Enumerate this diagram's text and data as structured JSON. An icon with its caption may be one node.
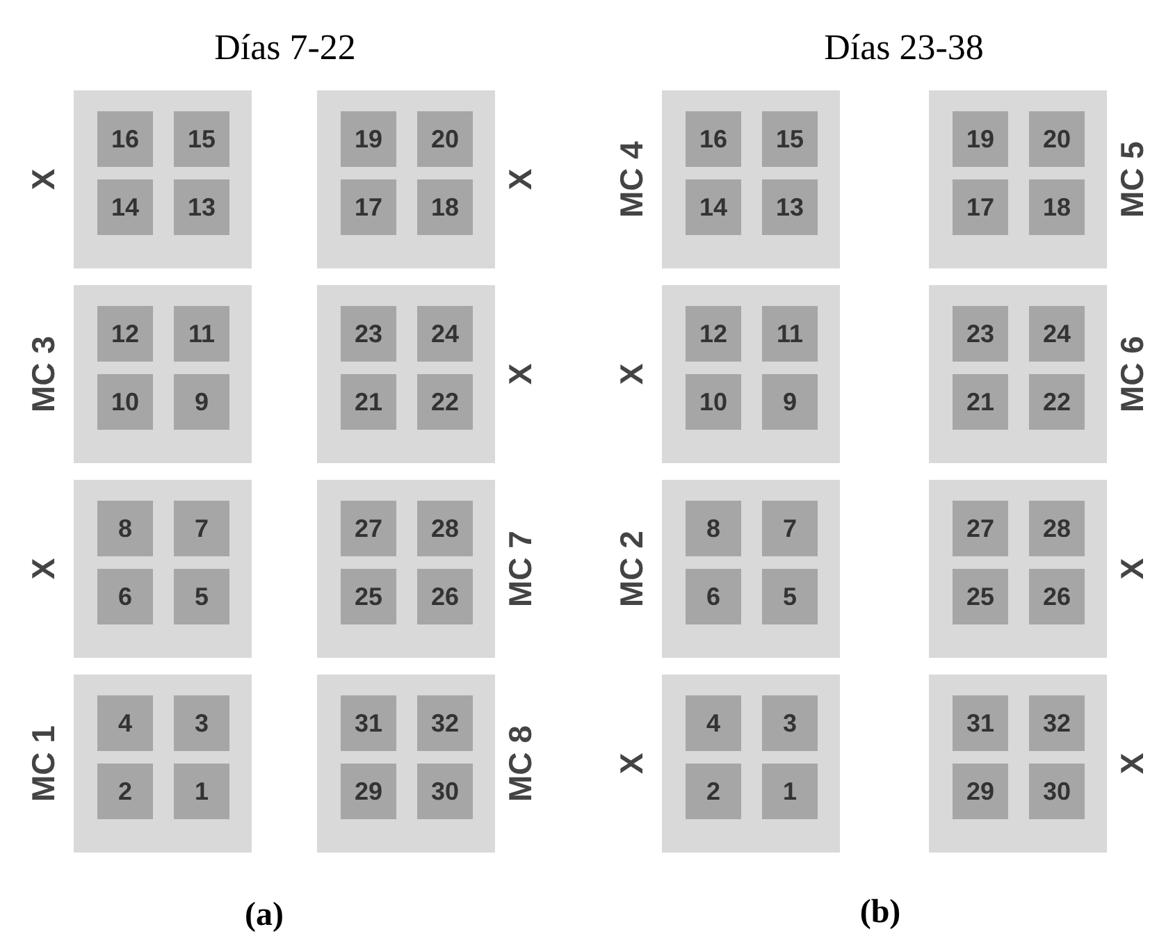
{
  "diagram": {
    "nodes": [
      {
        "text": [],
        "shape": "box",
        "beside": [
          "X"
        ]
      },
      {
        "text": [
          "16"
        ],
        "in": 0
      },
      {
        "text": [
          "15"
        ],
        "in": 0
      },
      {
        "text": [
          "14"
        ],
        "in": 0
      },
      {
        "text": [
          "13"
        ],
        "in": 0
      },
      {
        "text": [],
        "shape": "box",
        "beside": [
          "X"
        ]
      },
      {
        "text": [
          "19"
        ],
        "in": 5
      },
      {
        "text": [
          "20"
        ],
        "in": 5
      },
      {
        "text": [
          "17"
        ],
        "in": 5
      },
      {
        "text": [
          "18"
        ],
        "in": 5
      },
      {
        "text": [],
        "shape": "box",
        "beside": [
          "MC 3"
        ]
      },
      {
        "text": [
          "12"
        ],
        "in": 10
      },
      {
        "text": [
          "11"
        ],
        "in": 10
      },
      {
        "text": [
          "10"
        ],
        "in": 10
      },
      {
        "text": [
          "9"
        ],
        "in": 10
      },
      {
        "text": [],
        "shape": "box",
        "beside": [
          "X"
        ]
      },
      {
        "text": [
          "23"
        ],
        "in": 15
      },
      {
        "text": [
          "24"
        ],
        "in": 15
      },
      {
        "text": [
          "21"
        ],
        "in": 15
      },
      {
        "text": [
          "22"
        ],
        "in": 15
      },
      {
        "text": [],
        "shape": "box",
        "beside": [
          "X"
        ]
      },
      {
        "text": [
          "8"
        ],
        "in": 20
      },
      {
        "text": [
          "7"
        ],
        "in": 20
      },
      {
        "text": [
          "6"
        ],
        "in": 20
      },
      {
        "text": [
          "5"
        ],
        "in": 20
      },
      {
        "text": [],
        "shape": "box",
        "beside": [
          "MC 7"
        ]
      },
      {
        "text": [
          "27"
        ],
        "in": 25
      },
      {
        "text": [
          "28"
        ],
        "in": 25
      },
      {
        "text": [
          "25"
        ],
        "in": 25
      },
      {
        "text": [
          "26"
        ],
        "in": 25
      },
      {
        "text": [],
        "shape": "box",
        "beside": [
          "MC 1"
        ]
      },
      {
        "text": [
          "4"
        ],
        "in": 30
      },
      {
        "text": [
          "3"
        ],
        "in": 30
      },
      {
        "text": [
          "2"
        ],
        "in": 30
      },
      {
        "text": [
          "1"
        ],
        "in": 30
      },
      {
        "text": [],
        "shape": "box",
        "beside": [
          "MC 8"
        ]
      },
      {
        "text": [
          "31"
        ],
        "in": 35
      },
      {
        "text": [
          "32"
        ],
        "in": 35
      },
      {
        "text": [
          "29"
        ],
        "in": 35
      },
      {
        "text": [
          "30"
        ],
        "in": 35
      },
      {
        "text": [],
        "shape": "box",
        "beside": [
          "MC 4"
        ]
      },
      {
        "text": [
          "16"
        ],
        "in": 40
      },
      {
        "text": [
          "15"
        ],
        "in": 40
      },
      {
        "text": [
          "14"
        ],
        "in": 40
      },
      {
        "text": [
          "13"
        ],
        "in": 40
      },
      {
        "text": [],
        "shape": "box",
        "beside": [
          "MC 5"
        ]
      },
      {
        "text": [
          "19"
        ],
        "in": 45
      },
      {
        "text": [
          "20"
        ],
        "in": 45
      },
      {
        "text": [
          "17"
        ],
        "in": 45
      },
      {
        "text": [
          "18"
        ],
        "in": 45
      },
      {
        "text": [],
        "shape": "box",
        "beside": [
          "X"
        ]
      },
      {
        "text": [
          "12"
        ],
        "in": 50
      },
      {
        "text": [
          "11"
        ],
        "in": 50
      },
      {
        "text": [
          "10"
        ],
        "in": 50
      },
      {
        "text": [
          "9"
        ],
        "in": 50
      },
      {
        "text": [],
        "shape": "box",
        "beside": [
          "MC 6"
        ]
      },
      {
        "text": [
          "23"
        ],
        "in": 55
      },
      {
        "text": [
          "24"
        ],
        "in": 55
      },
      {
        "text": [
          "21"
        ],
        "in": 55
      },
      {
        "text": [
          "22"
        ],
        "in": 55
      },
      {
        "text": [],
        "shape": "box",
        "beside": [
          "MC 2"
        ]
      },
      {
        "text": [
          "8"
        ],
        "in": 60
      },
      {
        "text": [
          "7"
        ],
        "in": 60
      },
      {
        "text": [
          "6"
        ],
        "in": 60
      },
      {
        "text": [
          "5"
        ],
        "in": 60
      },
      {
        "text": [],
        "shape": "box",
        "beside": [
          "X"
        ]
      },
      {
        "text": [
          "27"
        ],
        "in": 65
      },
      {
        "text": [
          "28"
        ],
        "in": 65
      },
      {
        "text": [
          "25"
        ],
        "in": 65
      },
      {
        "text": [
          "26"
        ],
        "in": 65
      },
      {
        "text": [],
        "shape": "box",
        "beside": [
          "X"
        ]
      },
      {
        "text": [
          "4"
        ],
        "in": 70
      },
      {
        "text": [
          "3"
        ],
        "in": 70
      },
      {
        "text": [
          "2"
        ],
        "in": 70
      },
      {
        "text": [
          "1"
        ],
        "in": 70
      },
      {
        "text": [],
        "shape": "box",
        "beside": [
          "X"
        ]
      },
      {
        "text": [
          "31"
        ],
        "in": 75
      },
      {
        "text": [
          "32"
        ],
        "in": 75
      },
      {
        "text": [
          "29"
        ],
        "in": 75
      },
      {
        "text": [
          "30"
        ],
        "in": 75
      }
    ],
    "labels": [
      "Días 7-22",
      "Días 23-38",
      "(a)",
      "(b)"
    ]
  }
}
